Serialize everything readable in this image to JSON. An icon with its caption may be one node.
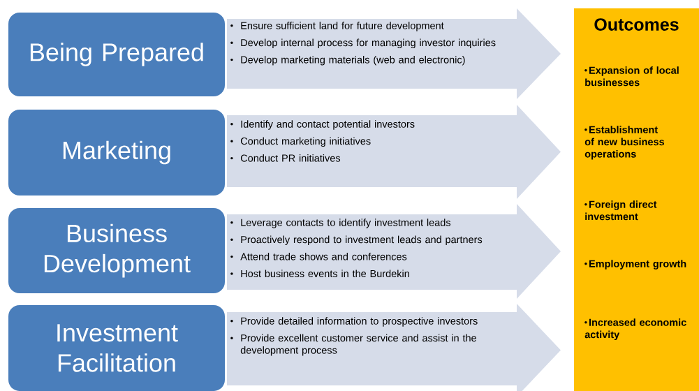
{
  "diagram": {
    "nodes": [
      {
        "text": [
          "Being Prepared"
        ]
      },
      {
        "text": [
          "Ensure sufficient land for future development",
          "Develop internal process for managing investor inquiries",
          "Develop marketing materials (web and electronic)"
        ]
      },
      {
        "text": [
          "Marketing"
        ]
      },
      {
        "text": [
          "Identify and contact potential investors",
          "Conduct marketing initiatives",
          "Conduct PR initiatives"
        ]
      },
      {
        "text": [
          "Business Development"
        ]
      },
      {
        "text": [
          "Leverage contacts to identify investment leads",
          "Proactively respond to investment leads and partners",
          "Attend trade shows and conferences",
          "Host business events in the Burdekin"
        ]
      },
      {
        "text": [
          "Investment Facilitation"
        ]
      },
      {
        "text": [
          "Provide detailed information to prospective investors",
          "Provide excellent customer service and assist in the development process"
        ]
      },
      {
        "text": [
          "Outcomes",
          "Expansion of local businesses",
          "Establishment of new business operations",
          "Foreign direct investment",
          "Employment growth",
          "Increased economic activity"
        ]
      }
    ]
  }
}
